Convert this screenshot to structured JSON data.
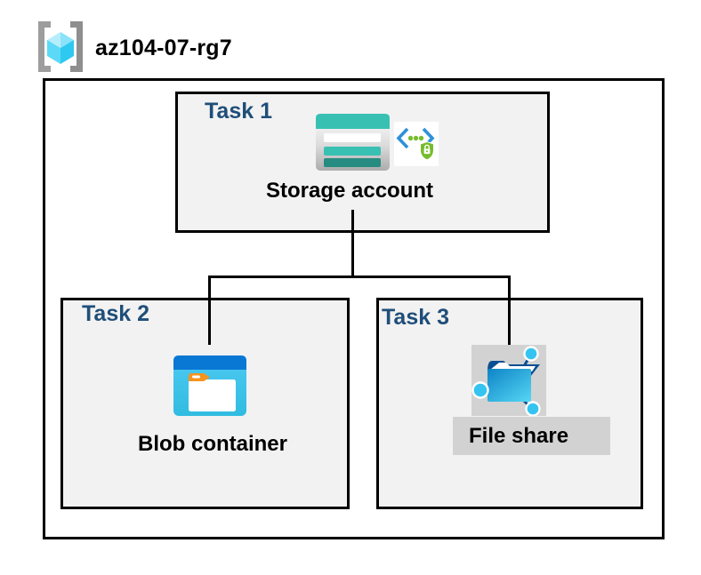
{
  "header": {
    "resource_group_name": "az104-07-rg7",
    "icon": "resource-group-icon"
  },
  "tasks": [
    {
      "label": "Task 1",
      "resource": "Storage account",
      "icons": [
        "storage-account-icon",
        "sas-security-shield-icon"
      ]
    },
    {
      "label": "Task 2",
      "resource": "Blob container",
      "icons": [
        "blob-container-icon"
      ]
    },
    {
      "label": "Task 3",
      "resource": "File share",
      "icons": [
        "file-share-icon"
      ]
    }
  ],
  "colors": {
    "task_heading": "#1F4E79",
    "box_fill": "#F2F2F2",
    "border_black": "#000000",
    "highlight_gray": "#D2D2D2",
    "storage_teal": "#38C0B3",
    "storage_teal_dark": "#268B80",
    "azure_blue": "#0878D4",
    "cyan_body": "#41C6EE",
    "folder_tab_orange": "#F7941E",
    "security_green": "#76BC2D",
    "bracket_gray": "#9D9D9D",
    "cube_cyan_light": "#B6EDFB",
    "cube_cyan_dark": "#2EC9F1"
  }
}
